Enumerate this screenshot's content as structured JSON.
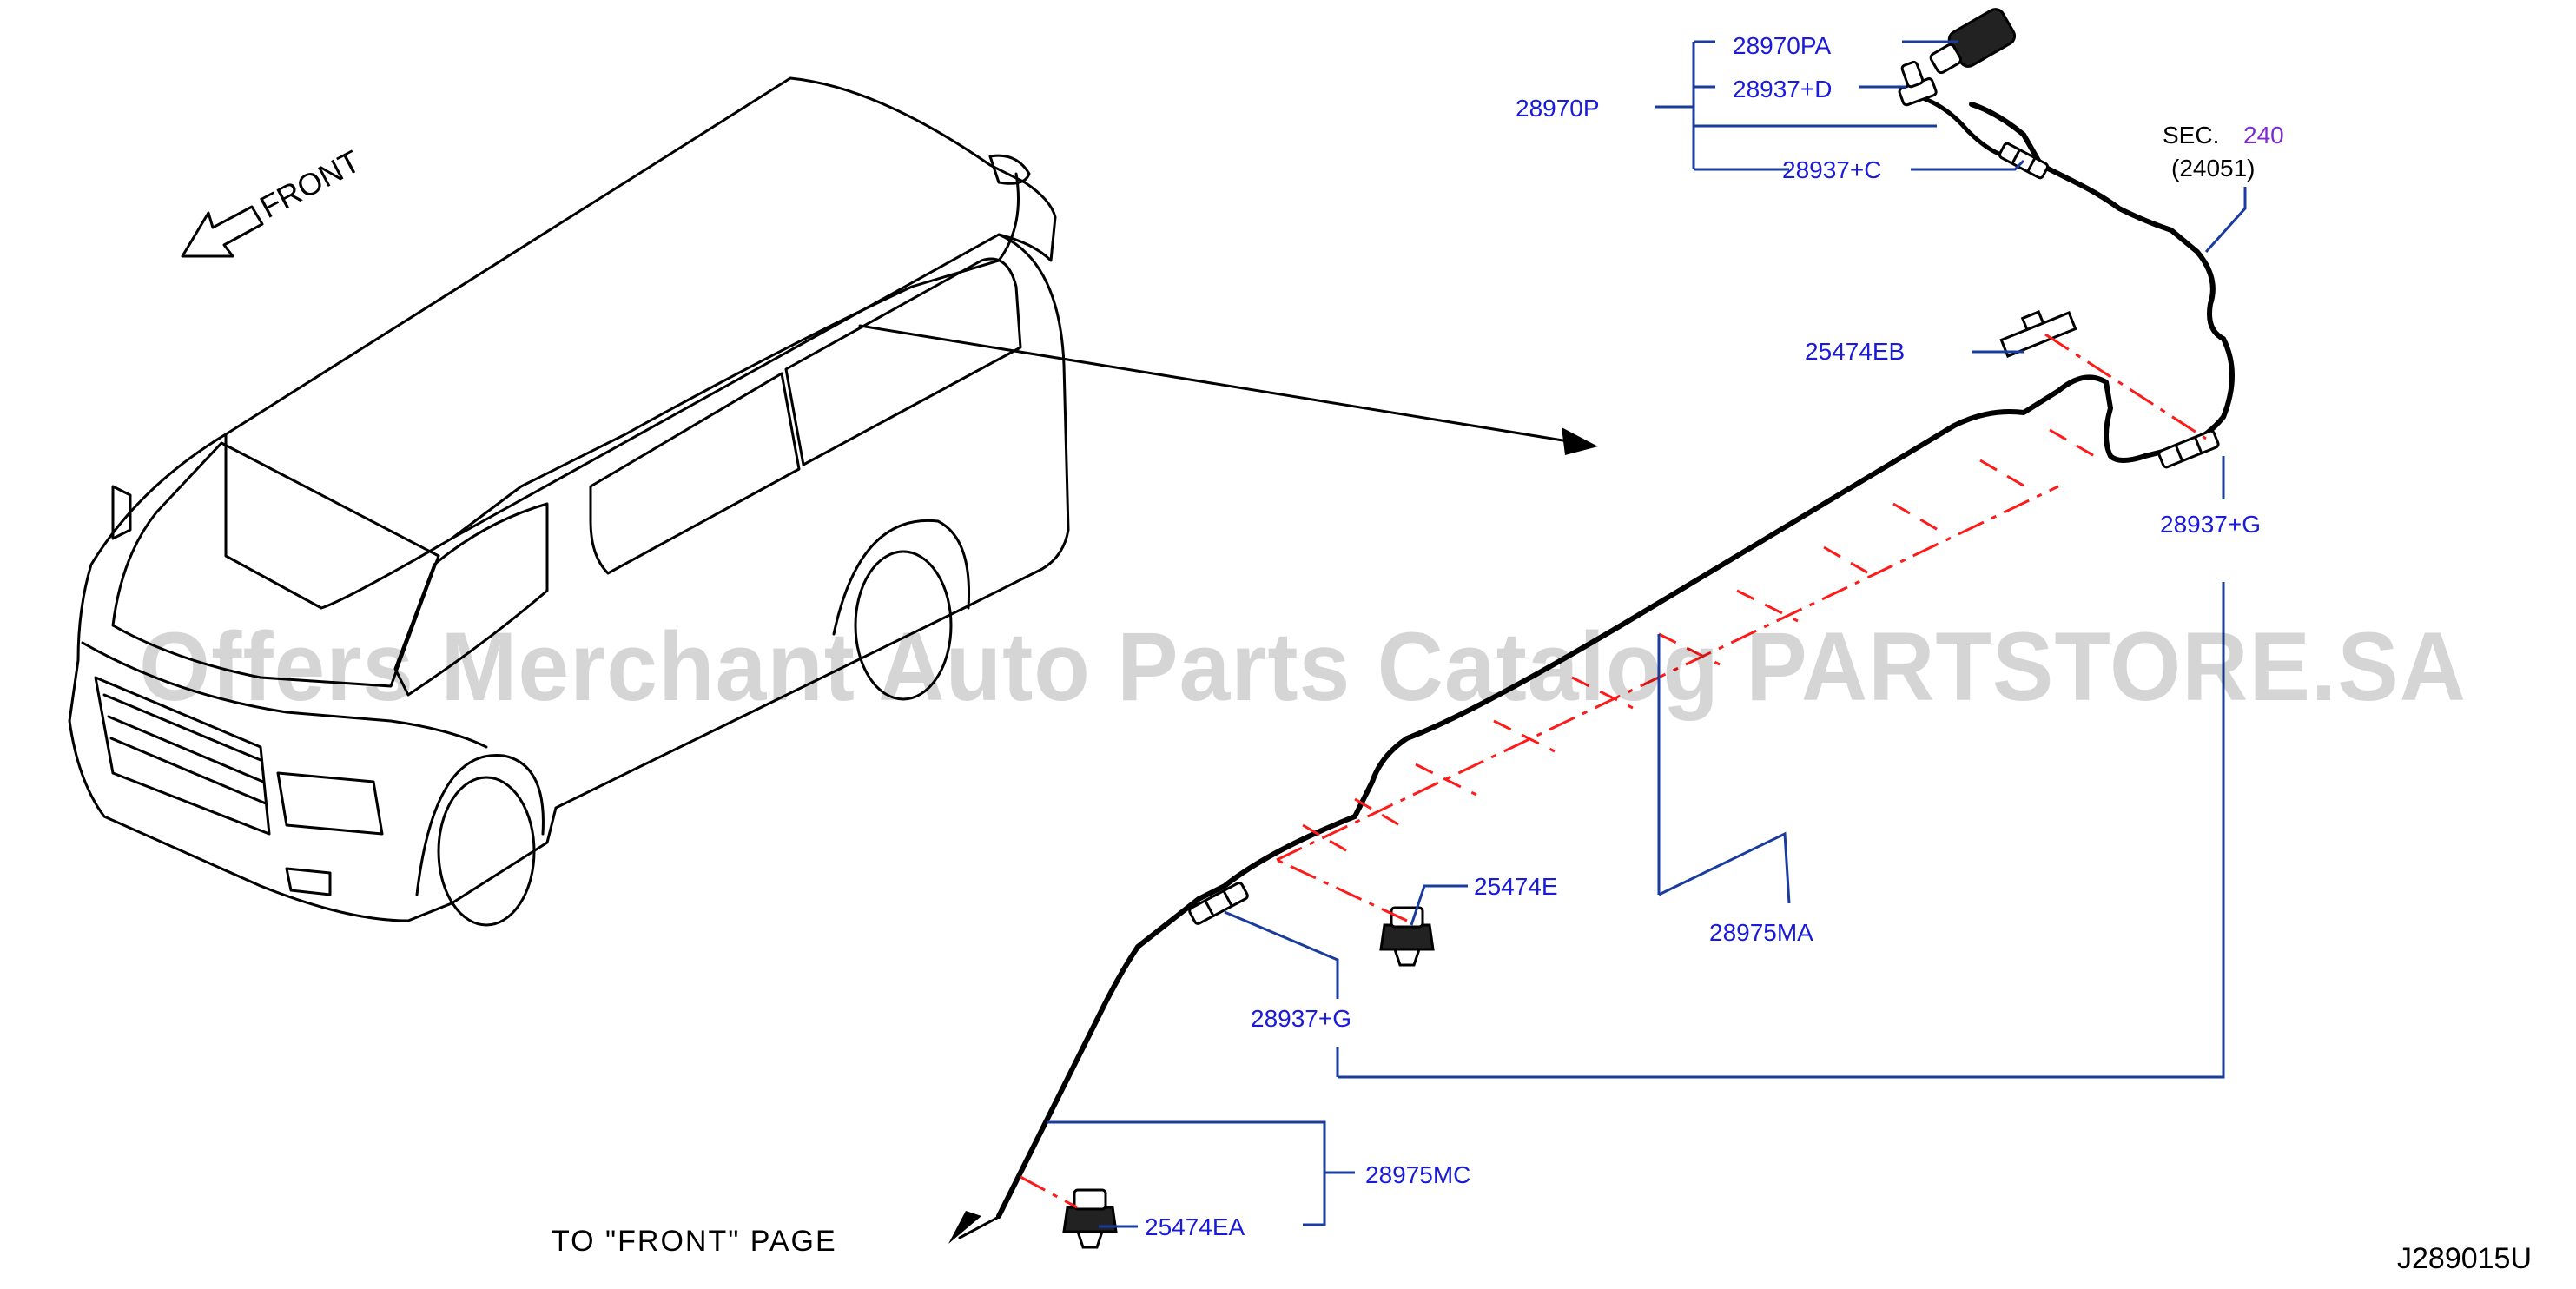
{
  "diagram": {
    "drawing_code": "J289015U",
    "front_direction": "FRONT",
    "note_to_front_page": "TO  \"FRONT\"  PAGE",
    "watermark": "Offers Merchant Auto Parts Catalog PARTSTORE.SA",
    "section": {
      "prefix": "SEC.",
      "number": "240",
      "sub": "(24051)",
      "number_color": "#7a2bd1"
    },
    "label_color": "#1a1adb",
    "leader_color": "#1a3c9e",
    "centerline_color": "#ff1a1a",
    "parts": {
      "p28970PA": "28970PA",
      "p28937D": "28937+D",
      "p28970P": "28970P",
      "p28937C": "28937+C",
      "p25474EB": "25474EB",
      "p28937G_right": "28937+G",
      "p25474E": "25474E",
      "p28975MA": "28975MA",
      "p28937G_left": "28937+G",
      "p28975MC": "28975MC",
      "p25474EA": "25474EA"
    }
  }
}
